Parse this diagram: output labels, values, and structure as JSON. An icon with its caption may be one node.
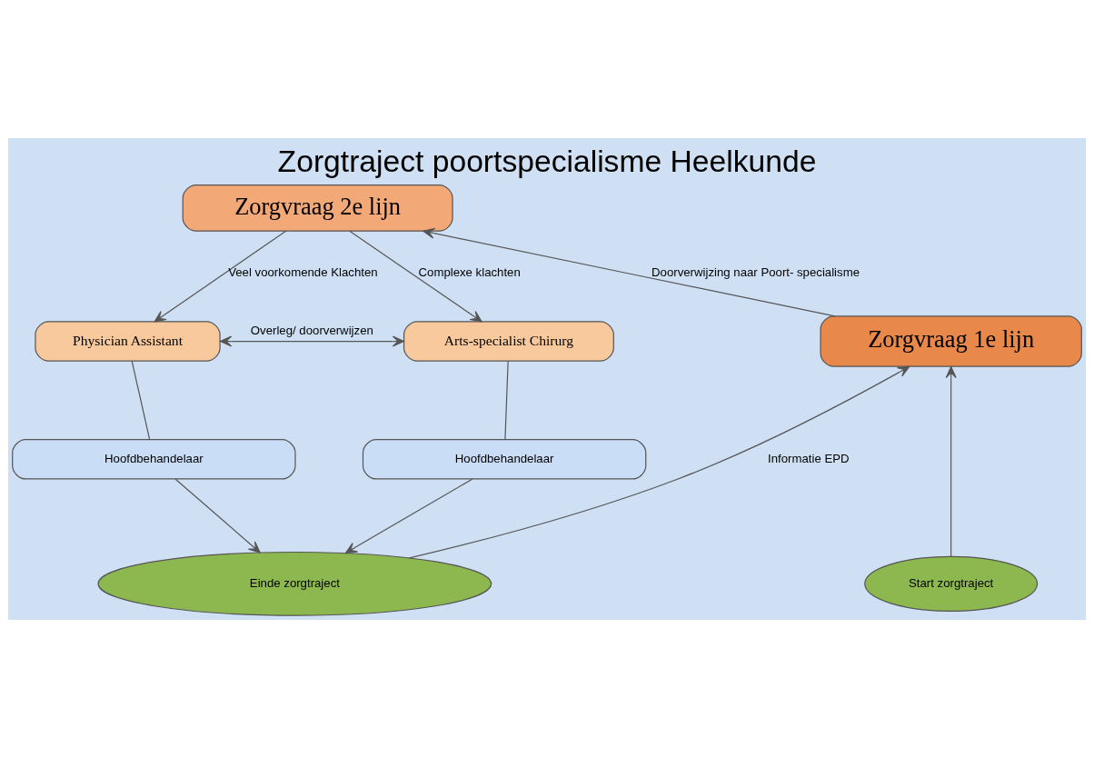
{
  "diagram": {
    "title": "Zorgtraject poortspecialisme Heelkunde",
    "nodes": [
      {
        "text": [
          "Zorgvraag 2e lijn"
        ]
      },
      {
        "text": [
          "Physician Assistant"
        ]
      },
      {
        "text": [
          "Arts-specialist Chirurg"
        ]
      },
      {
        "text": [
          "Zorgvraag 1e lijn"
        ]
      },
      {
        "text": [
          "Hoofdbehandelaar"
        ]
      },
      {
        "text": [
          "Hoofdbehandelaar"
        ]
      },
      {
        "text": [
          "Einde zorgtraject"
        ]
      },
      {
        "text": [
          "Start zorgtraject"
        ]
      }
    ],
    "edges": [
      {
        "from": 0,
        "to": 1,
        "arrow": "to",
        "label": "Veel voorkomende Klachten"
      },
      {
        "from": 0,
        "to": 2,
        "arrow": "to",
        "label": "Complexe klachten"
      },
      {
        "from": 1,
        "to": 2,
        "arrow": "both",
        "label": "Overleg/ doorverwijzen"
      },
      {
        "from": 3,
        "to": 0,
        "arrow": "to",
        "label": "Doorverwijzing naar Poort- specialisme"
      },
      {
        "from": 1,
        "to": 4,
        "arrow": "none"
      },
      {
        "from": 2,
        "to": 5,
        "arrow": "none"
      },
      {
        "from": 4,
        "to": 6,
        "arrow": "to"
      },
      {
        "from": 5,
        "to": 6,
        "arrow": "to"
      },
      {
        "from": 6,
        "to": 3,
        "arrow": "to",
        "label": "Informatie EPD"
      },
      {
        "from": 7,
        "to": 3,
        "arrow": "to"
      }
    ]
  }
}
